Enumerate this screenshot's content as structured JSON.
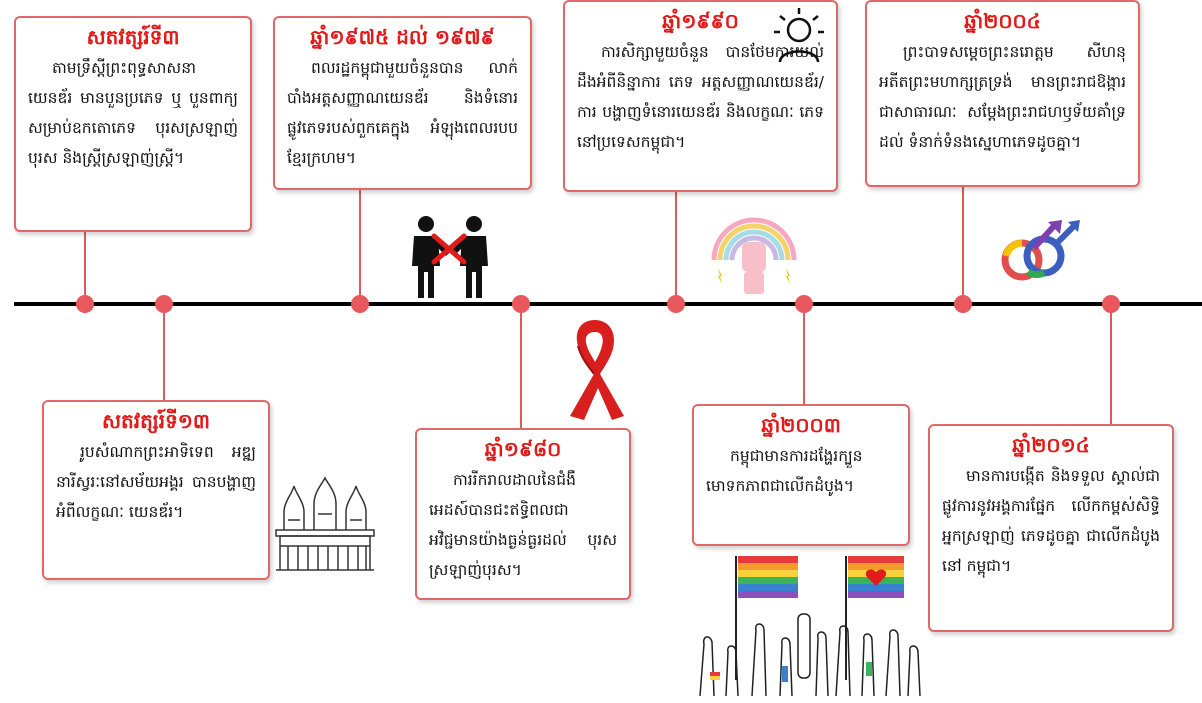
{
  "events": [
    {
      "title": "សតវត្សរ៍ទី៣",
      "text": "តាមទ្រឹស្តីព្រះពុទ្ធសាសនា យេនឌ័រ មានបួនប្រភេទ ឬ បួនពាក្យ សម្រាប់ឧកតោភេទ បុរសស្រឡាញ់បុរស និងស្ត្រីស្រឡាញ់ស្ត្រី។"
    },
    {
      "title": "សតវត្សរ៍ទី១៣",
      "text": "រូបសំណាកព្រះអាទិទេព អឌ្ឍនារីស្វរៈនៅសម័យអង្គរ បានបង្ហាញអំពីលក្ខណៈ យេនឌ័រ។"
    },
    {
      "title": "ឆ្នាំ១៩៧៥ ដល់ ១៩៧៩",
      "text": "ពលរដ្ឋកម្ពុជាមួយចំនួនបាន លាក់បាំងអត្តសញ្ញាណយេនឌ័រ និងទំនោរផ្លូវភេទរបស់ពួកគេក្នុង អំឡុងពេលរបបខ្មែរក្រហម។"
    },
    {
      "title": "ឆ្នាំ១៩៨០",
      "text": "ការរីករាលដាលនៃជំងឺ អេដស៍បានជះឥទ្ធិពលជា អវិជ្ជមានយ៉ាងធ្ងន់ធ្ងរដល់ បុរសស្រឡាញ់បុរស។"
    },
    {
      "title": "ឆ្នាំ១៩៩០",
      "text": "ការសិក្សាមួយចំនួន បានថែមការយល់ដឹងអំពីនិន្នាការ ភេទ អត្តសញ្ញាណយេនឌ័រ/ការ បង្ហាញទំនោរយេនឌ័រ និងលក្ខណៈ ភេទនៅប្រទេសកម្ពុជា។"
    },
    {
      "title": "ឆ្នាំ២០០៣",
      "text": "កម្ពុជាមានការដង្ហែរក្បួន មោទកភាពជាលើកដំបូង។"
    },
    {
      "title": "ឆ្នាំ២០០៤",
      "text": "ព្រះបាទសម្តេចព្រះនរោត្តម សីហនុអតីតព្រះមហាក្សត្រទ្រង់ មានព្រះរាជឱង្ការជាសាធារណៈ សម្តែងព្រះរាជហឫទ័យគាំទ្រដល់ ទំនាក់ទំនងស្នេហាភេទដូចគ្នា។"
    },
    {
      "title": "ឆ្នាំ២០១៤",
      "text": "មានការបង្កើត និងទទួល ស្គាល់ជាផ្លូវការនូវអង្គការផ្នែក លើកកម្ពស់សិទ្ធិអ្នកស្រឡាញ់ ភេទដូចគ្នា ជាលើកដំបូងនៅ កម្ពុជា។"
    }
  ],
  "colors": {
    "accent": "#e8585c",
    "title": "#e21a1a",
    "axis": "#000000"
  },
  "illustrations": [
    "protest-people-icon",
    "aids-ribbon-icon",
    "sun-person-icon",
    "rainbow-fist-icon",
    "gender-symbols-icon",
    "pride-crowd-icon",
    "angkor-temple-icon"
  ]
}
